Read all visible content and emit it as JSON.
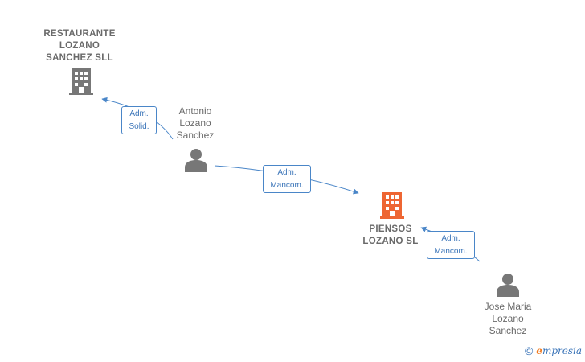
{
  "nodes": {
    "restaurante": {
      "label": "RESTAURANTE\nLOZANO\nSANCHEZ  SLL",
      "type": "company",
      "color": "#777777"
    },
    "antonio": {
      "label": "Antonio\nLozano\nSanchez",
      "type": "person",
      "color": "#777777"
    },
    "piensos": {
      "label": "PIENSOS\nLOZANO  SL",
      "type": "company",
      "color": "#ee6633"
    },
    "jose": {
      "label": "Jose Maria\nLozano\nSanchez",
      "type": "person",
      "color": "#777777"
    }
  },
  "edges": {
    "antonio_restaurante": {
      "label": "Adm.\nSolid."
    },
    "antonio_piensos": {
      "label": "Adm.\nMancom."
    },
    "jose_piensos": {
      "label": "Adm.\nMancom."
    }
  },
  "colors": {
    "edge": "#4a86c8",
    "accent": "#ee6633",
    "neutral": "#777777"
  },
  "watermark": {
    "copyright": "©",
    "brand_initial": "e",
    "brand_rest": "mpresia"
  }
}
